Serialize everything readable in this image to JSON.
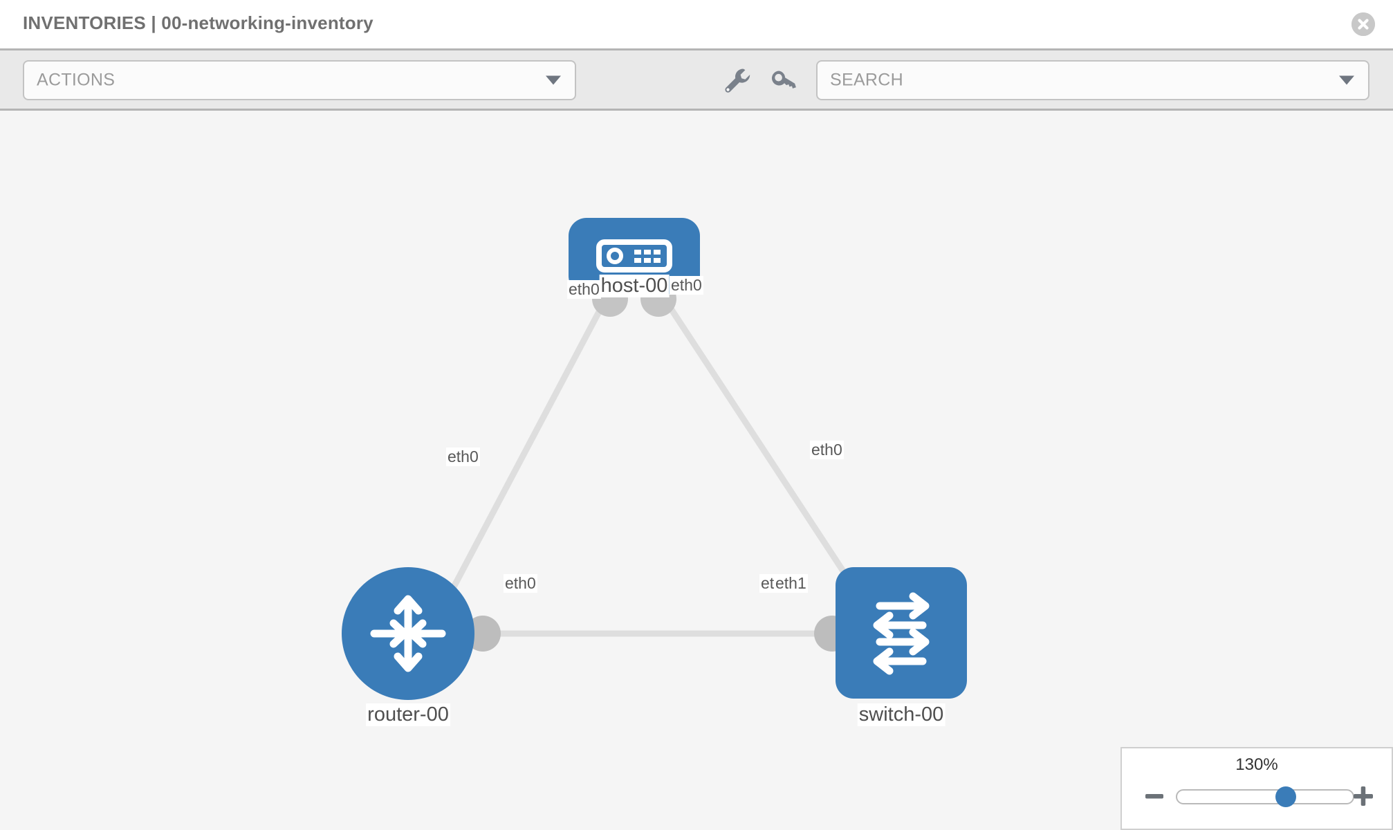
{
  "header": {
    "title": "INVENTORIES | 00-networking-inventory",
    "close_icon": "close-circle-icon"
  },
  "toolbar": {
    "actions_label": "ACTIONS",
    "search_placeholder": "SEARCH",
    "wrench_icon": "wrench-icon",
    "key_icon": "key-icon",
    "dropdown_icon": "chevron-down-icon"
  },
  "topology": {
    "nodes": [
      {
        "id": "host-00",
        "label": "host-00",
        "type": "host",
        "icon": "server-device-icon"
      },
      {
        "id": "router-00",
        "label": "router-00",
        "type": "router",
        "icon": "router-arrows-icon"
      },
      {
        "id": "switch-00",
        "label": "switch-00",
        "type": "switch",
        "icon": "switch-arrows-icon"
      }
    ],
    "edge_labels": {
      "host_left": "eth0",
      "host_right": "eth0",
      "router_up": "eth0",
      "switch_up": "eth0",
      "router_right": "eth0",
      "switch_left_under": "eth",
      "switch_left": "eth1"
    },
    "colors": {
      "node_blue": "#3a7cb8",
      "connector_gray": "#b9b9b9",
      "edge_gray": "#dedede",
      "canvas_bg": "#f5f5f5"
    }
  },
  "zoom_control": {
    "value": "130%",
    "minus_icon": "minus-icon",
    "plus_icon": "plus-icon",
    "thumb_icon": "slider-thumb"
  }
}
